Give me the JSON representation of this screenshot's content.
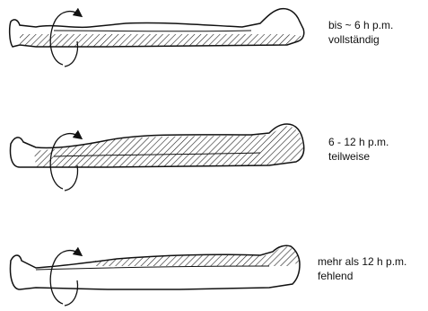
{
  "panels": [
    {
      "time": "bis ~ 6 h p.m.",
      "state": "vollständig"
    },
    {
      "time": "6 - 12 h p.m.",
      "state": "teilweise"
    },
    {
      "time": "mehr als 12 h p.m.",
      "state": "fehlend"
    }
  ],
  "colors": {
    "line": "#111111",
    "hatch": "#222222"
  }
}
